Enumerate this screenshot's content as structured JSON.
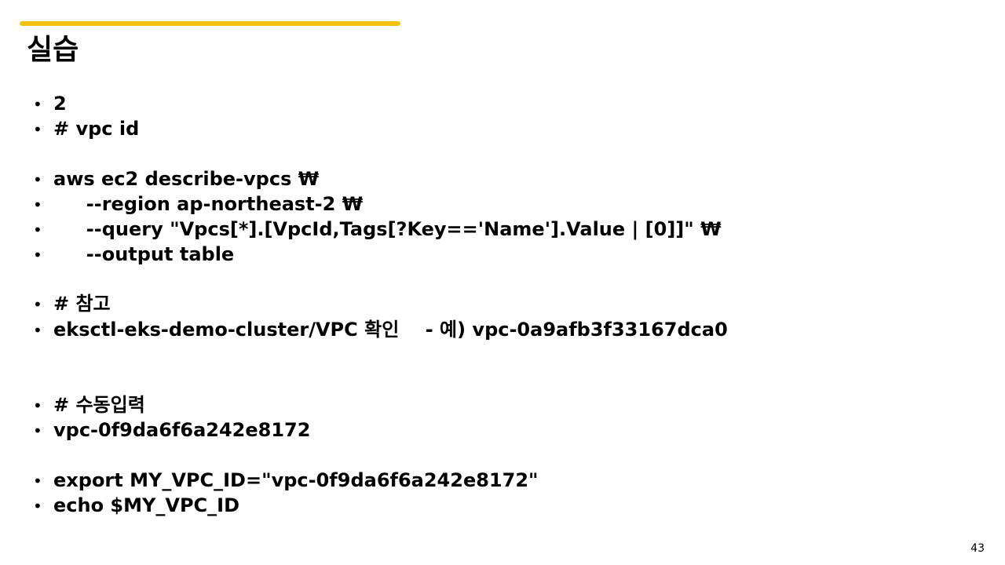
{
  "slide": {
    "title": "실습",
    "accent_color": "#F5C010",
    "bullet_glyph": "•",
    "page_number": "43"
  },
  "bullets": [
    "2",
    "# vpc id",
    "aws ec2 describe-vpcs ₩",
    "     --region ap-northeast-2 ₩",
    "     --query \"Vpcs[*].[VpcId,Tags[?Key=='Name'].Value | [0]]\" ₩",
    "     --output table",
    "# 참고",
    "eksctl-eks-demo-cluster/VPC 확인    - 예) vpc-0a9afb3f33167dca0",
    "# 수동입력",
    "vpc-0f9da6f6a242e8172",
    "export MY_VPC_ID=\"vpc-0f9da6f6a242e8172\"",
    "echo $MY_VPC_ID"
  ]
}
